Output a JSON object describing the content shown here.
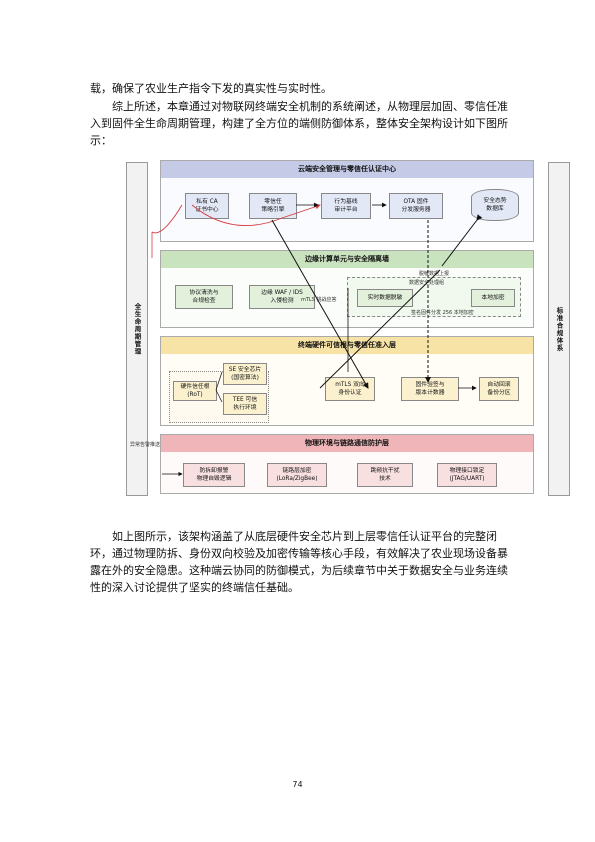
{
  "paragraphs": [
    "载，确保了农业生产指令下发的真实性与实时性。",
    "综上所述，本章通过对物联网终端安全机制的系统阐述，从物理层加固、零信任准入到固件全生命周期管理，构建了全方位的端侧防御体系，整体安全架构设计如下图所示：",
    "如上图所示，该架构涵盖了从底层硬件安全芯片到上层零信任认证平台的完整闭环，通过物理防拆、身份双向校验及加密传输等核心手段，有效解决了农业现场设备暴露在外的安全隐患。这种端云协同的防御模式，为后续章节中关于数据安全与业务连续性的深入讨论提供了坚实的终端信任基础。"
  ],
  "page_number": "74",
  "diagram": {
    "left_side_label": "全生命周期管理",
    "right_side_label": "标准合规体系",
    "layers": {
      "cloud": {
        "title": "云端安全管理与零信任认证中心",
        "nodes": [
          "私有 CA\n证书中心",
          "零信任\n策略引擎",
          "行为基线\n审计平台",
          "OTA 固件\n分发服务器",
          "安全态势\n数据库"
        ]
      },
      "edge": {
        "title": "边缘计算单元与安全隔离墙",
        "nodes": [
          "协议清洗与\n合规检查",
          "边缘 WAF / IDS\n入侵检测",
          "实时数据脱敏",
          "本地加密"
        ],
        "tags": [
          "mTLS 挑战应答",
          "数据安全处理组",
          "签名固件分发 256 本地加密",
          "脱敏数据上报"
        ]
      },
      "terminal": {
        "title": "终端硬件可信根与零信任准入层",
        "nodes": [
          "硬件信任根 (RoT)",
          "SE 安全芯片\n(国密算法)",
          "TEE 可信\n执行环境",
          "mTLS 双向\n身份认证",
          "固件验签与\n版本计数器",
          "自动回滚\n备份分区"
        ]
      },
      "physical": {
        "title": "物理环境与链路通信防护层",
        "nodes": [
          "防拆卸报警\n物理自毁逻辑",
          "链路层加密\n(LoRa/ZigBee)",
          "跳频抗干扰\n技术",
          "物理接口锁定\n(JTAG/UART)"
        ],
        "tags": [
          "异常告警推送"
        ]
      }
    },
    "colors": {
      "cloud_band": "#c5cbe6",
      "edge_band": "#c9e3bf",
      "terminal_band": "#f6e3a5",
      "physical_band": "#efb5b8",
      "cloud_node": "#e3e8f7",
      "edge_node": "#e2f0dc",
      "terminal_node": "#fbf1cf",
      "physical_node": "#f8dfe0",
      "arrow_red": "#d63a3a",
      "arrow_black": "#111111"
    }
  }
}
